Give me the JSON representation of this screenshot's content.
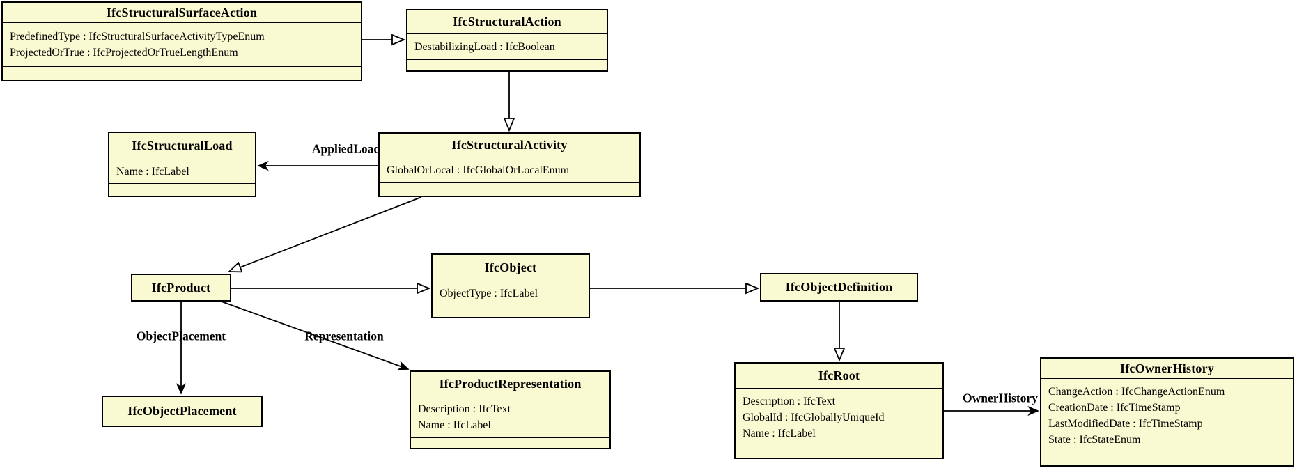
{
  "diagram": {
    "nodes": {
      "IfcStructuralSurfaceAction": {
        "title": "IfcStructuralSurfaceAction",
        "attributes": [
          "PredefinedType : IfcStructuralSurfaceActivityTypeEnum",
          "ProjectedOrTrue : IfcProjectedOrTrueLengthEnum"
        ]
      },
      "IfcStructuralAction": {
        "title": "IfcStructuralAction",
        "attributes": [
          "DestabilizingLoad : IfcBoolean"
        ]
      },
      "IfcStructuralLoad": {
        "title": "IfcStructuralLoad",
        "attributes": [
          "Name : IfcLabel"
        ]
      },
      "IfcStructuralActivity": {
        "title": "IfcStructuralActivity",
        "attributes": [
          "GlobalOrLocal : IfcGlobalOrLocalEnum"
        ]
      },
      "IfcProduct": {
        "title": "IfcProduct"
      },
      "IfcObject": {
        "title": "IfcObject",
        "attributes": [
          "ObjectType : IfcLabel"
        ]
      },
      "IfcObjectDefinition": {
        "title": "IfcObjectDefinition"
      },
      "IfcRoot": {
        "title": "IfcRoot",
        "attributes": [
          "Description : IfcText",
          "GlobalId : IfcGloballyUniqueId",
          "Name : IfcLabel"
        ]
      },
      "IfcOwnerHistory": {
        "title": "IfcOwnerHistory",
        "attributes": [
          "ChangeAction : IfcChangeActionEnum",
          "CreationDate : IfcTimeStamp",
          "LastModifiedDate : IfcTimeStamp",
          "State : IfcStateEnum"
        ]
      },
      "IfcObjectPlacement": {
        "title": "IfcObjectPlacement"
      },
      "IfcProductRepresentation": {
        "title": "IfcProductRepresentation",
        "attributes": [
          "Description : IfcText",
          "Name : IfcLabel"
        ]
      }
    },
    "edge_labels": {
      "applied_load": "AppliedLoad",
      "object_placement": "ObjectPlacement",
      "representation": "Representation",
      "owner_history": "OwnerHistory"
    },
    "colors": {
      "node_fill": "#FAFAD2",
      "node_border": "#000000",
      "edge": "#000000",
      "background": "#FFFFFF"
    }
  }
}
